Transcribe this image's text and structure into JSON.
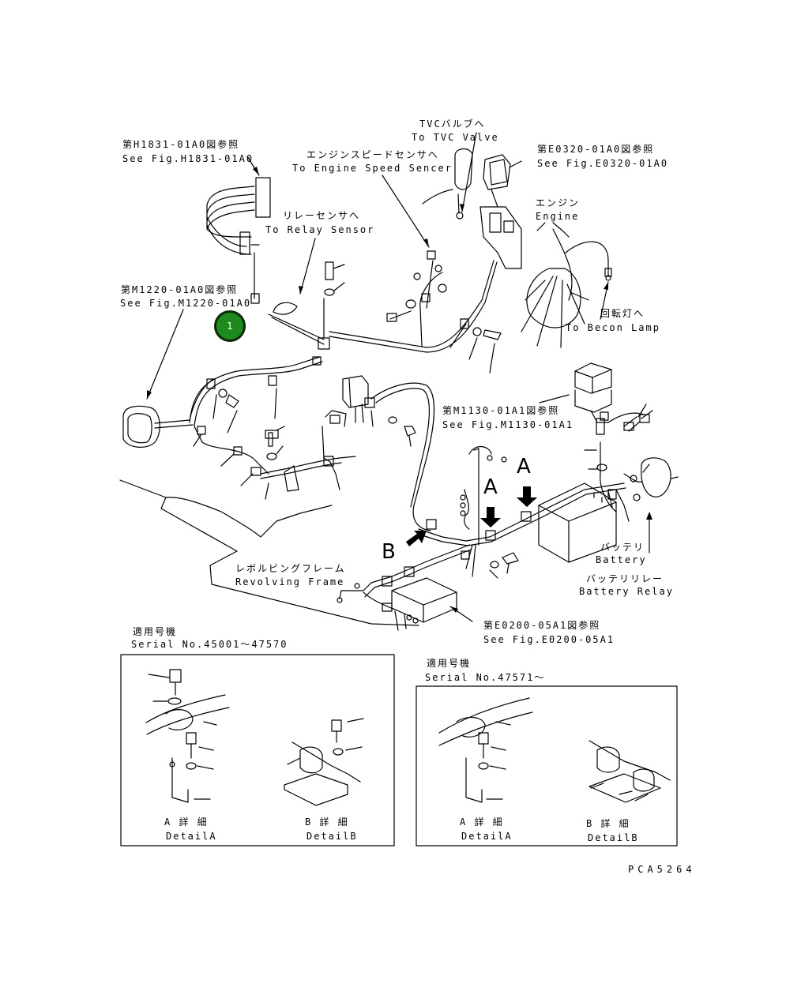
{
  "labels": {
    "h1831_jp": "第H1831-01A0図参照",
    "h1831_en": "See Fig.H1831-01A0",
    "tvc_jp": "TVCバルブへ",
    "tvc_en": "To TVC Valve",
    "e0320_jp": "第E0320-01A0図参照",
    "e0320_en": "See Fig.E0320-01A0",
    "speed_jp": "エンジンスピードセンサへ",
    "speed_en": "To Engine Speed Sencer",
    "engine_jp": "エンジン",
    "engine_en": "Engine",
    "relay_jp": "リレーセンサへ",
    "relay_en": "To Relay Sensor",
    "m1220_jp": "第M1220-01A0図参照",
    "m1220_en": "See Fig.M1220-01A0",
    "beacon_jp": "回転灯へ",
    "beacon_en": "To Becon Lamp",
    "m1130_jp": "第M1130-01A1図参照",
    "m1130_en": "See Fig.M1130-01A1",
    "arrow_a1": "A",
    "arrow_a2": "A",
    "arrow_b": "B",
    "battery_jp": "バッテリ",
    "battery_en": "Battery",
    "battery_relay_jp": "バッテリリレー",
    "battery_relay_en": "Battery Relay",
    "frame_jp": "レボルビングフレーム",
    "frame_en": "Revolving Frame",
    "e0200_jp": "第E0200-05A1図参照",
    "e0200_en": "See Fig.E0200-05A1",
    "serial1_jp": "適用号機",
    "serial1_en": "Serial No.45001～47570",
    "serial2_jp": "適用号機",
    "serial2_en": "Serial No.47571～",
    "detail1a_jp": "A 詳 細",
    "detail1a_en": "DetailA",
    "detail1b_jp": "B 詳 細",
    "detail1b_en": "DetailB",
    "detail2a_jp": "A 詳 細",
    "detail2a_en": "DetailA",
    "detail2b_jp": "B 詳 細",
    "detail2b_en": "DetailB",
    "fig_code": "PCA5264",
    "badge": "1"
  },
  "colors": {
    "line": "#000000",
    "badge_fill": "#1e8a1e",
    "badge_ring": "#0a2a0a"
  }
}
